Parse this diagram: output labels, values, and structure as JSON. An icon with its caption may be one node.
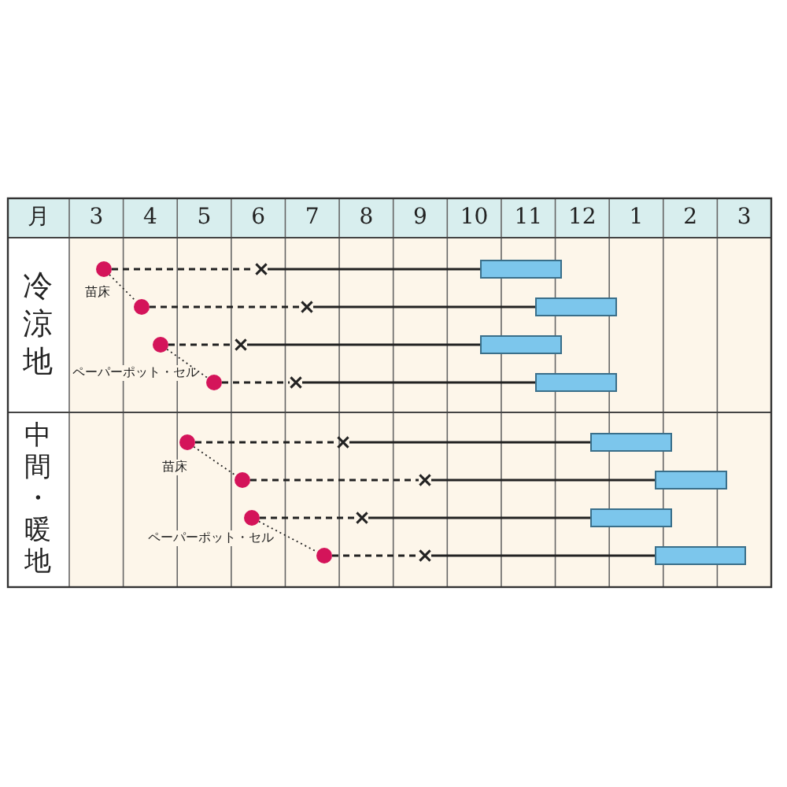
{
  "diagram": {
    "nodes": [
      {
        "text": [],
        "shape": "circle"
      },
      {
        "text": [],
        "shape": "cross"
      },
      {
        "text": [],
        "shape": "bar"
      },
      {
        "text": [],
        "shape": "circle"
      },
      {
        "text": [],
        "shape": "cross"
      },
      {
        "text": [],
        "shape": "bar"
      },
      {
        "text": [],
        "shape": "circle"
      },
      {
        "text": [],
        "shape": "cross"
      },
      {
        "text": [],
        "shape": "bar"
      },
      {
        "text": [],
        "shape": "circle"
      },
      {
        "text": [],
        "shape": "cross"
      },
      {
        "text": [],
        "shape": "bar"
      },
      {
        "text": [],
        "shape": "circle"
      },
      {
        "text": [],
        "shape": "cross"
      },
      {
        "text": [],
        "shape": "bar"
      },
      {
        "text": [],
        "shape": "circle"
      },
      {
        "text": [],
        "shape": "cross"
      },
      {
        "text": [],
        "shape": "bar"
      },
      {
        "text": [],
        "shape": "circle"
      },
      {
        "text": [],
        "shape": "cross"
      },
      {
        "text": [],
        "shape": "bar"
      },
      {
        "text": [],
        "shape": "circle"
      },
      {
        "text": [],
        "shape": "cross"
      },
      {
        "text": [],
        "shape": "bar"
      }
    ],
    "edges": [
      {
        "from": 0,
        "to": 1,
        "arrow": "none",
        "style": "dashed"
      },
      {
        "from": 1,
        "to": 2,
        "arrow": "none"
      },
      {
        "from": 3,
        "to": 4,
        "arrow": "none",
        "style": "dashed"
      },
      {
        "from": 4,
        "to": 5,
        "arrow": "none"
      },
      {
        "from": 6,
        "to": 7,
        "arrow": "none",
        "style": "dashed"
      },
      {
        "from": 7,
        "to": 8,
        "arrow": "none"
      },
      {
        "from": 9,
        "to": 10,
        "arrow": "none",
        "style": "dashed"
      },
      {
        "from": 10,
        "to": 11,
        "arrow": "none"
      },
      {
        "from": 12,
        "to": 13,
        "arrow": "none",
        "style": "dashed"
      },
      {
        "from": 13,
        "to": 14,
        "arrow": "none"
      },
      {
        "from": 15,
        "to": 16,
        "arrow": "none",
        "style": "dashed"
      },
      {
        "from": 16,
        "to": 17,
        "arrow": "none"
      },
      {
        "from": 18,
        "to": 19,
        "arrow": "none",
        "style": "dashed"
      },
      {
        "from": 19,
        "to": 20,
        "arrow": "none"
      },
      {
        "from": 21,
        "to": 22,
        "arrow": "none",
        "style": "dashed"
      },
      {
        "from": 22,
        "to": 23,
        "arrow": "none"
      },
      {
        "from": 0,
        "to": 3,
        "arrow": "none",
        "style": "dashed"
      },
      {
        "from": 6,
        "to": 9,
        "arrow": "none",
        "style": "dashed"
      },
      {
        "from": 12,
        "to": 15,
        "arrow": "none",
        "style": "dashed"
      },
      {
        "from": 18,
        "to": 21,
        "arrow": "none",
        "style": "dashed"
      }
    ],
    "labels": [
      "月",
      "3",
      "4",
      "5",
      "6",
      "7",
      "8",
      "9",
      "10",
      "11",
      "12",
      "1",
      "2",
      "3",
      "冷涼地",
      "苗床",
      "ペーパーポット・セル",
      "中間・暖地",
      "苗床",
      "ペーパーポット・セル"
    ]
  }
}
